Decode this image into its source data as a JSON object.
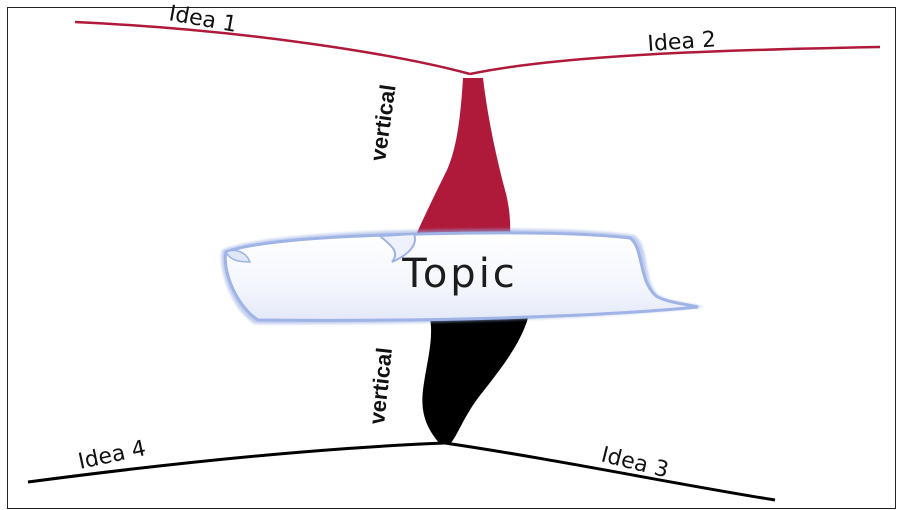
{
  "diagram": {
    "topic": "Topic",
    "ideas": {
      "idea1": "Idea 1",
      "idea2": "Idea 2",
      "idea3": "Idea 3",
      "idea4": "Idea 4"
    },
    "vertical_upper": "vertical",
    "vertical_lower": "vertical"
  },
  "colors": {
    "upper_branch": "#b01a3a",
    "lower_branch": "#000000",
    "topic_border": "#8fa6e0",
    "topic_fill": "#f7f9ff",
    "frame_border": "#222222"
  }
}
